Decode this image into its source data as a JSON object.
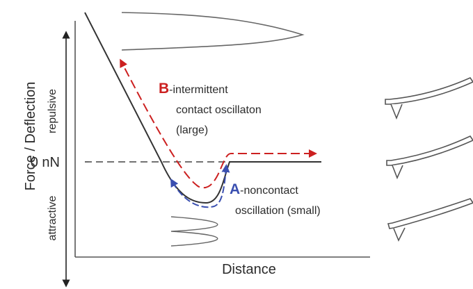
{
  "axis": {
    "y_label": "Force / Deflection",
    "x_label": "Distance",
    "zero_label": "0 nN",
    "upper_region": "repulsive",
    "lower_region": "attractive"
  },
  "mode_b": {
    "letter": "B",
    "line1": "-intermittent",
    "line2": "contact oscillaton",
    "line3": "(large)",
    "color": "#cc2020"
  },
  "mode_a": {
    "letter": "A",
    "line1": "-noncontact",
    "line2": "oscillation (small)",
    "color": "#3a4fb0"
  },
  "colors": {
    "curve": "#333333",
    "oscillation": "#666666",
    "cantilever": "#555555"
  }
}
